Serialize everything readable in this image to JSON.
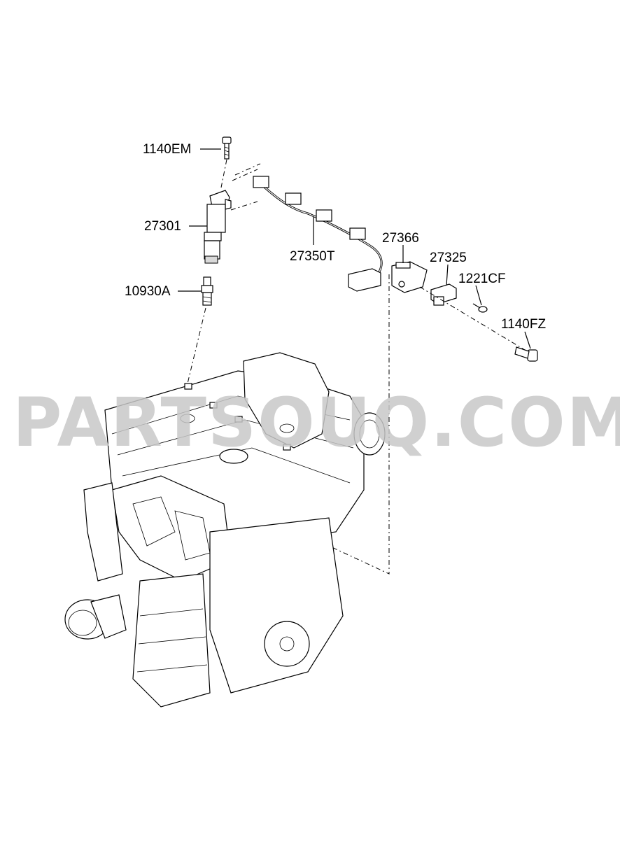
{
  "parts": [
    {
      "id": "1140EM",
      "label": "1140EM"
    },
    {
      "id": "27301",
      "label": "27301"
    },
    {
      "id": "10930A",
      "label": "10930A"
    },
    {
      "id": "27350T",
      "label": "27350T"
    },
    {
      "id": "27366",
      "label": "27366"
    },
    {
      "id": "27325",
      "label": "27325"
    },
    {
      "id": "1221CF",
      "label": "1221CF"
    },
    {
      "id": "1140FZ",
      "label": "1140FZ"
    }
  ],
  "watermark": "PARTSOUQ.COM",
  "colors": {
    "line": "#000000",
    "watermark": "#c8c8c8",
    "background": "#ffffff"
  }
}
